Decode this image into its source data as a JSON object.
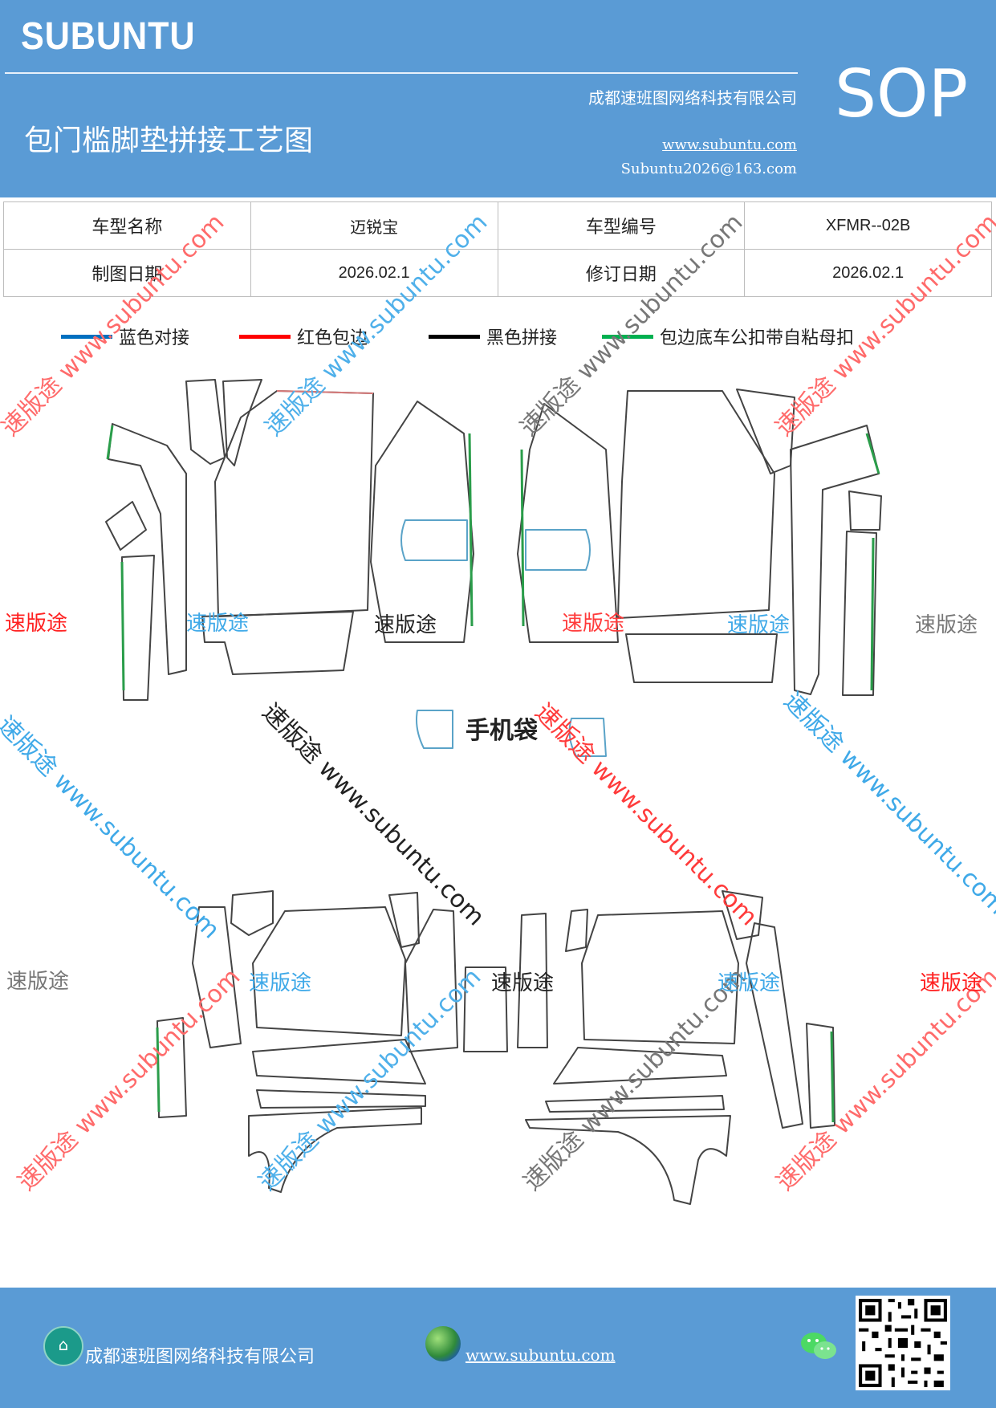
{
  "header": {
    "brand": "SUBUNTU",
    "sop": "SOP",
    "title": "包门槛脚垫拼接工艺图",
    "company": "成都速班图网络科技有限公司",
    "website": "www.subuntu.com",
    "email": "Subuntu2026@163.com"
  },
  "info": {
    "model_name_label": "车型名称",
    "model_name_value": "迈锐宝",
    "model_code_label": "车型编号",
    "model_code_value": "XFMR--02B",
    "draw_date_label": "制图日期",
    "draw_date_value": "2026.02.1",
    "revise_date_label": "修订日期",
    "revise_date_value": "2026.02.1"
  },
  "legend": [
    {
      "label": "蓝色对接",
      "color": "#0070c0"
    },
    {
      "label": "红色包边",
      "color": "#ff0000"
    },
    {
      "label": "黑色拼接",
      "color": "#000000"
    },
    {
      "label": "包边底车公扣带自粘母扣",
      "color": "#00b050"
    }
  ],
  "drawing": {
    "phone_bag_label": "手机袋",
    "outline_color": "#444444",
    "hem_color": "#d77a7a",
    "join_color": "#2a9d4a",
    "phone_bag_color": "#5aa3c8"
  },
  "watermarks": {
    "brand_text": "速版途",
    "diag_text": "速版途 www.subuntu.com",
    "colors": {
      "red": "#ff3b3b",
      "blue": "#3fa9e8",
      "gray": "#777777",
      "black": "#222222"
    }
  },
  "footer": {
    "company": "成都速班图网络科技有限公司",
    "website": "www.subuntu.com",
    "company_icon": "building-icon",
    "web_icon": "globe-icon",
    "wechat_icon": "wechat-icon",
    "qr_icon": "qr-code"
  }
}
